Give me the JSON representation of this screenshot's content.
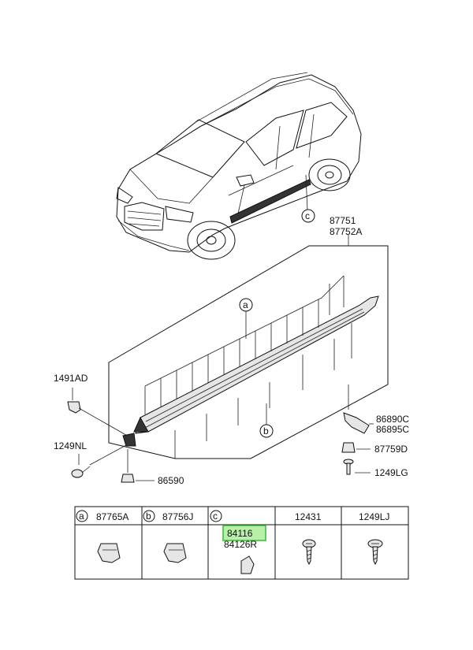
{
  "callouts": {
    "molding_a": "87751",
    "molding_b": "87752A",
    "clip_top": "1491AD",
    "screw_left": "1249NL",
    "clip_bottom": "86590",
    "bracket_a": "86890C",
    "bracket_b": "86895C",
    "fastener": "87759D",
    "bolt": "1249LG"
  },
  "ref_markers": {
    "car_c": "c",
    "molding_top_a": "a",
    "molding_bottom_b": "b"
  },
  "table": {
    "headers": [
      {
        "marker": "a",
        "part": "87765A"
      },
      {
        "marker": "b",
        "part": "87756J"
      },
      {
        "marker": "c",
        "part": "84116",
        "part2": "84126R",
        "highlighted": true
      },
      {
        "marker": "",
        "part": "12431"
      },
      {
        "marker": "",
        "part": "1249LJ"
      }
    ]
  },
  "colors": {
    "highlight_fill": "#b7f0a8",
    "highlight_border": "#3cb83c"
  }
}
